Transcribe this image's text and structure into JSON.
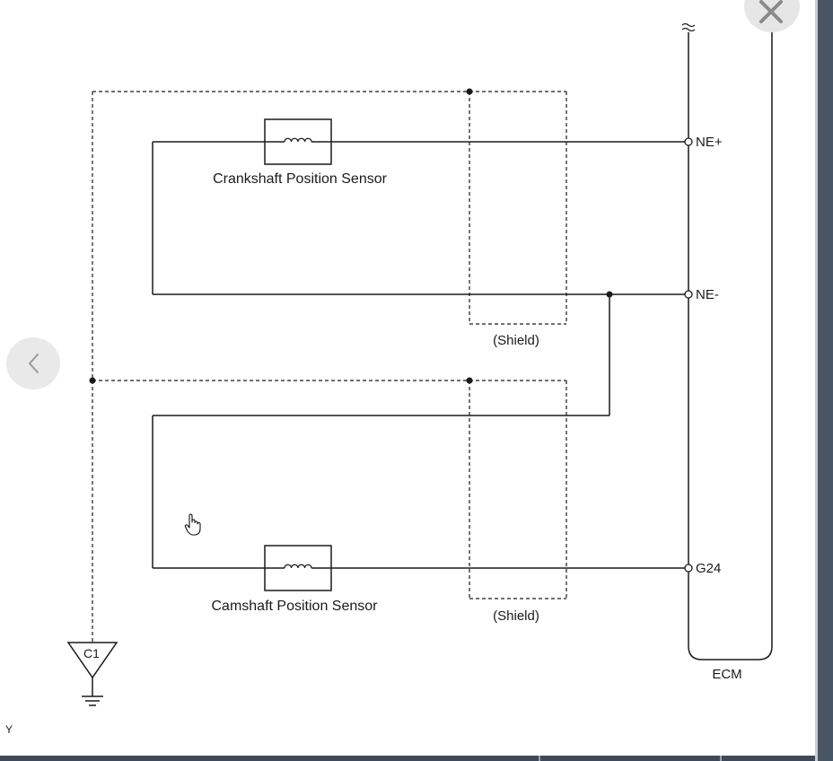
{
  "diagram": {
    "crankshaft_sensor_label": "Crankshaft Position Sensor",
    "camshaft_sensor_label": "Camshaft Position Sensor",
    "shield_upper_label": "(Shield)",
    "shield_lower_label": "(Shield)",
    "terminal_ne_plus": "NE+",
    "terminal_ne_minus": "NE-",
    "terminal_g24": "G24",
    "ecm_label": "ECM",
    "ground_label": "C1"
  },
  "viewer": {
    "corner_label": "Y",
    "prev_icon": "chevron-left-icon",
    "close_icon": "close-icon"
  },
  "colors": {
    "wire": "#1a1a1a",
    "frame": "#4a5564"
  }
}
